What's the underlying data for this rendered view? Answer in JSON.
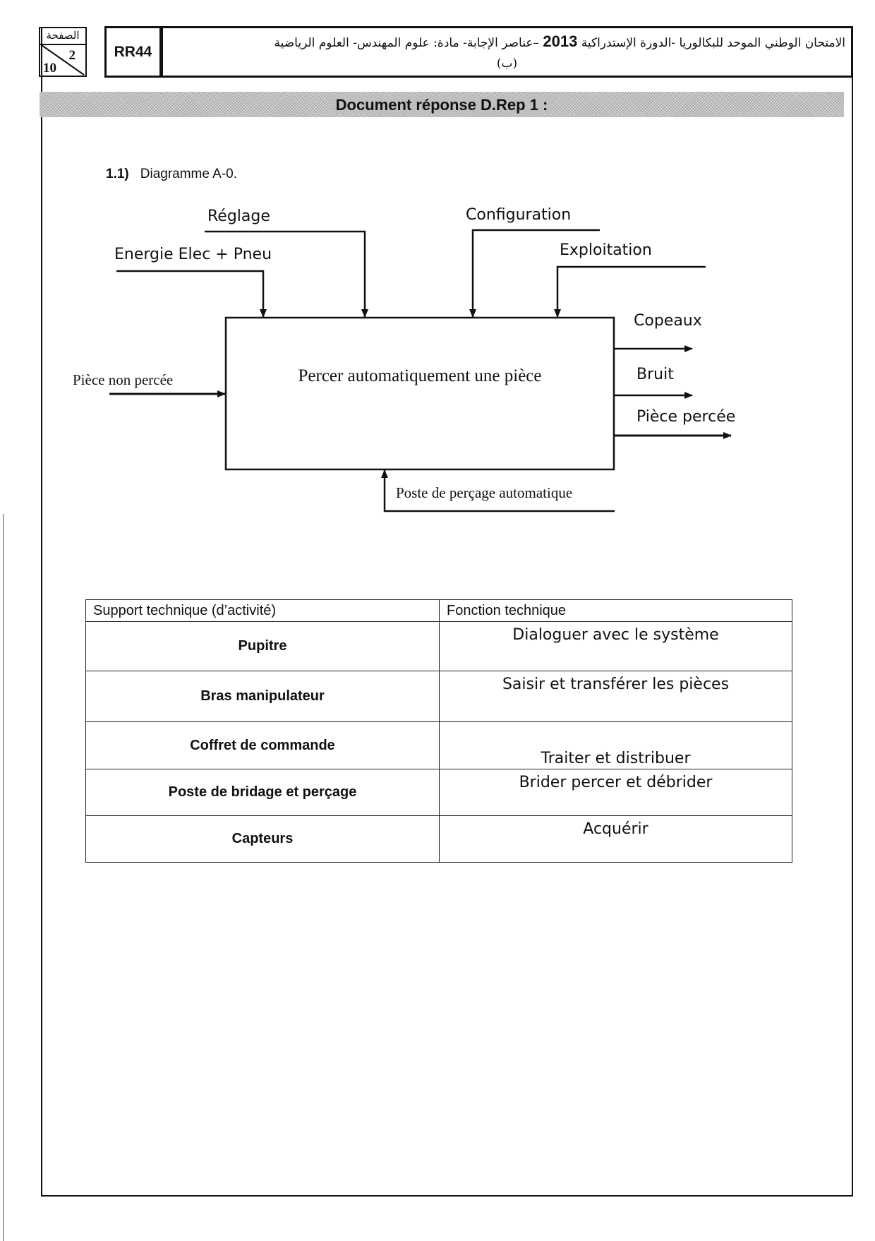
{
  "header": {
    "page_label": "الصفحة",
    "page_number": "2",
    "page_total": "10",
    "code": "RR44",
    "title_before_year": "الامتحان الوطني الموحد للبكالوريا -الدورة الإستدراكية",
    "year": "2013",
    "title_after_year": "–عناصر الإجابة- مادة: علوم المهندس- العلوم الرياضية",
    "title_line2": "(ب)"
  },
  "banner": {
    "title": "Document réponse D.Rep 1 :"
  },
  "section": {
    "number": "1.1)",
    "title": "Diagramme A-0."
  },
  "diagram": {
    "function": "Percer automatiquement une pièce",
    "input": "Pièce non percée",
    "controls": [
      "Réglage",
      "Energie Elec + Pneu",
      "Configuration",
      "Exploitation"
    ],
    "outputs": [
      "Copeaux",
      "Bruit",
      "Pièce percée"
    ],
    "mechanism": "Poste de perçage  automatique"
  },
  "table": {
    "headers": [
      "Support  technique (d’activité)",
      "Fonction technique"
    ],
    "rows": [
      {
        "support": "Pupitre",
        "fonction": "Dialoguer avec le système"
      },
      {
        "support": "Bras manipulateur",
        "fonction": "Saisir et transférer les pièces"
      },
      {
        "support": "Coffret  de commande",
        "fonction": "Traiter et distribuer"
      },
      {
        "support": "Poste de bridage et perçage",
        "fonction": "Brider percer et débrider"
      },
      {
        "support": "Capteurs",
        "fonction": "Acquérir"
      }
    ]
  }
}
